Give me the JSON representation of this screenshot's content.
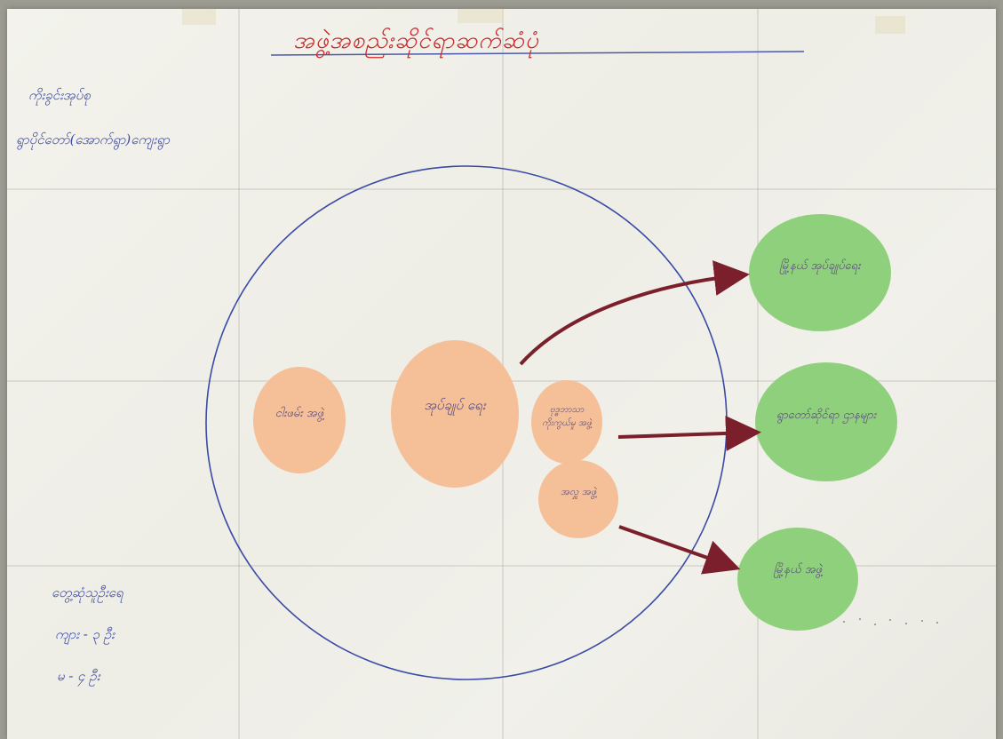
{
  "title": "အဖွဲ့အစည်းဆိုင်ရာဆက်ဆံပုံ",
  "left_notes": {
    "line1": "ကိုးခွင်းအုပ်စု",
    "line2": "ရွာပိုင်တော်(အောက်ရွာ)ကျေးရွာ"
  },
  "participants": {
    "heading": "တွေ့ဆုံသူဦးရေ",
    "male": "ကျား - ၃ ဦး",
    "female": "မ - ၄ ဦး"
  },
  "inner_circles": {
    "left": "ငါးဖမ်း အဖွဲ့",
    "center": "အုပ်ချုပ် ရေး",
    "upper_right": "ဗုဒ္ဓဘာသာ ကိုးကွယ်မှု အဖွဲ့",
    "lower_right": "အလှူ အဖွဲ့"
  },
  "outer_circles": {
    "top": "မြို့နယ် အုပ်ချုပ်ရေး",
    "middle": "ရွာတော်ဆိုင်ရာ ဌာနများ",
    "bottom": "မြို့နယ် အဖွဲ့"
  },
  "colors": {
    "title": "#cc2a2a",
    "ink_blue": "#3a4aa6",
    "peach": "#f5bf98",
    "green": "#8fd07c",
    "arrow": "#7a1f2b"
  }
}
